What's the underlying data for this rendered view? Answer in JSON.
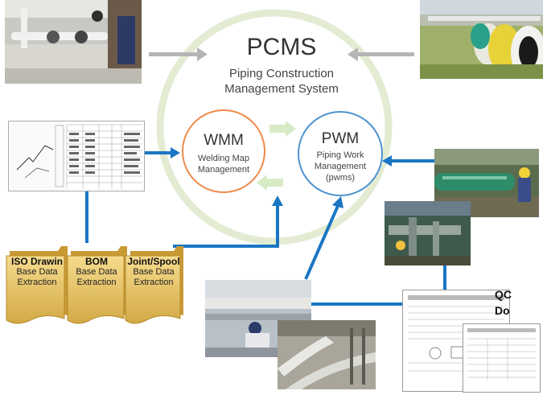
{
  "center": {
    "title": "PCMS",
    "subtitle_line1": "Piping Construction",
    "subtitle_line2": "Management System"
  },
  "wmm": {
    "title": "WMM",
    "line1": "Welding Map",
    "line2": "Management"
  },
  "pwm": {
    "title": "PWM",
    "line1": "Piping Work",
    "line2": "Management",
    "line3": "(pwms)"
  },
  "folders": [
    {
      "title": "ISO Drawin",
      "line1": "Base Data",
      "line2": "Extraction"
    },
    {
      "title": "BOM",
      "line1": "Base Data",
      "line2": "Extraction"
    },
    {
      "title": "Joint/Spool",
      "line1": "Base Data",
      "line2": "Extraction"
    }
  ],
  "qc": {
    "line1": "QC",
    "line2": "Do"
  },
  "colors": {
    "ring": "#e3ecd3",
    "wmm_border": "#f08a4b",
    "pwm_border": "#4f93d0",
    "arrow_blue": "#1a76c4",
    "arrow_gray": "#b5b5b5",
    "folder": "#e8c36a"
  }
}
